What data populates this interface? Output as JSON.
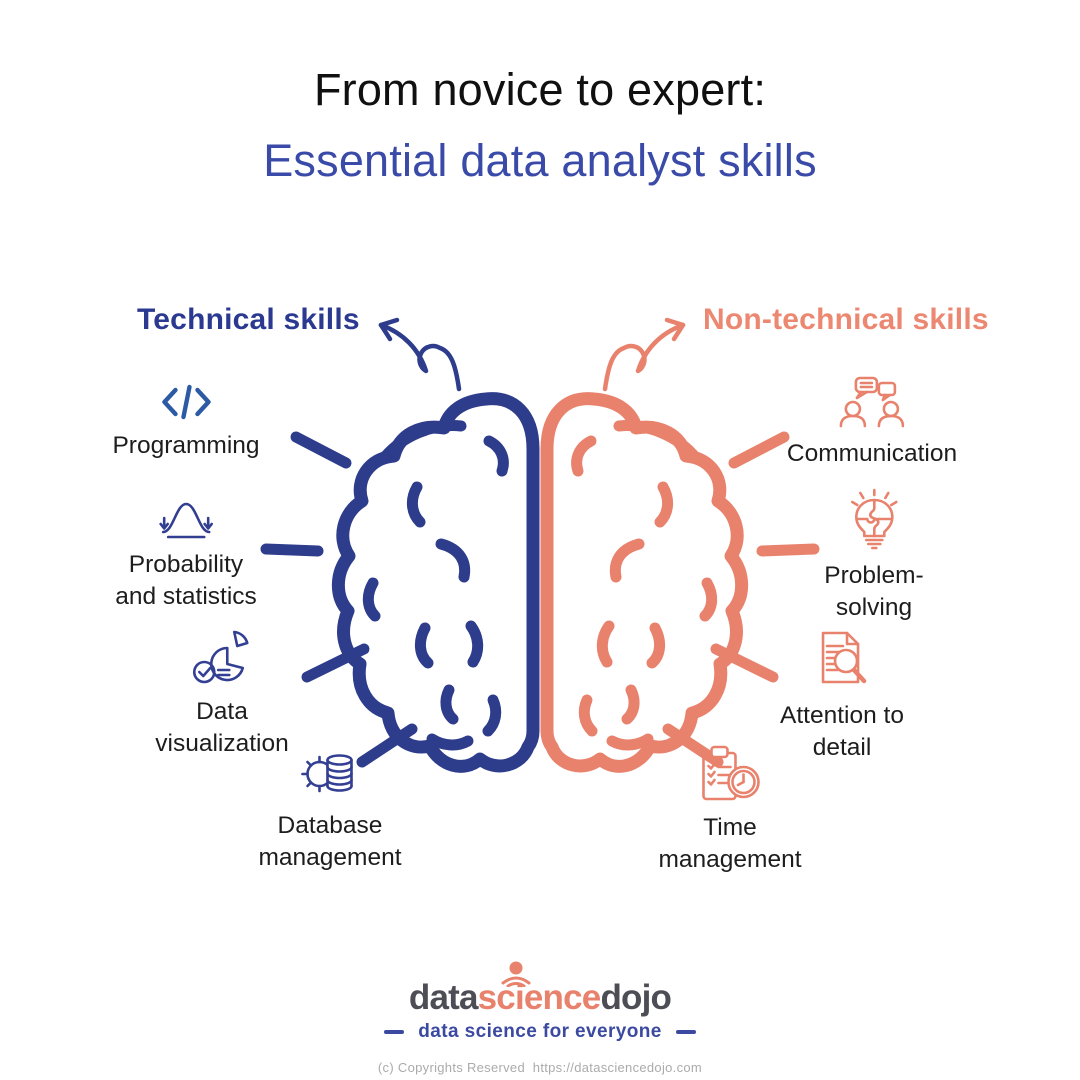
{
  "title": {
    "line1": "From novice to expert:",
    "line2": "Essential data analyst skills"
  },
  "sections": {
    "technical": {
      "heading": "Technical skills"
    },
    "non_technical": {
      "heading": "Non-technical skills"
    }
  },
  "skills": {
    "technical": [
      {
        "label": "Programming",
        "icon": "code-icon"
      },
      {
        "label": "Probability\nand statistics",
        "icon": "bell-curve-icon"
      },
      {
        "label": "Data\nvisualization",
        "icon": "pie-chart-icon"
      },
      {
        "label": "Database\nmanagement",
        "icon": "database-gear-icon"
      }
    ],
    "non_technical": [
      {
        "label": "Communication",
        "icon": "people-chat-icon"
      },
      {
        "label": "Problem-\nsolving",
        "icon": "lightbulb-puzzle-icon"
      },
      {
        "label": "Attention to\ndetail",
        "icon": "document-magnifier-icon"
      },
      {
        "label": "Time\nmanagement",
        "icon": "clipboard-clock-icon"
      }
    ]
  },
  "footer": {
    "logo": {
      "part1": "data",
      "part2": "science",
      "part3": "dojo"
    },
    "tagline": "data science for everyone",
    "copyright": "(c) Copyrights Reserved  https://datasciencedojo.com"
  },
  "colors": {
    "navy": "#2b3a90",
    "royal_blue": "#2d5aa5",
    "coral": "#e8826c",
    "title_blue": "#3a4aa8",
    "label_text": "#1d1d1d",
    "logo_gray": "#4d4d55",
    "copyright_gray": "#ababab"
  }
}
